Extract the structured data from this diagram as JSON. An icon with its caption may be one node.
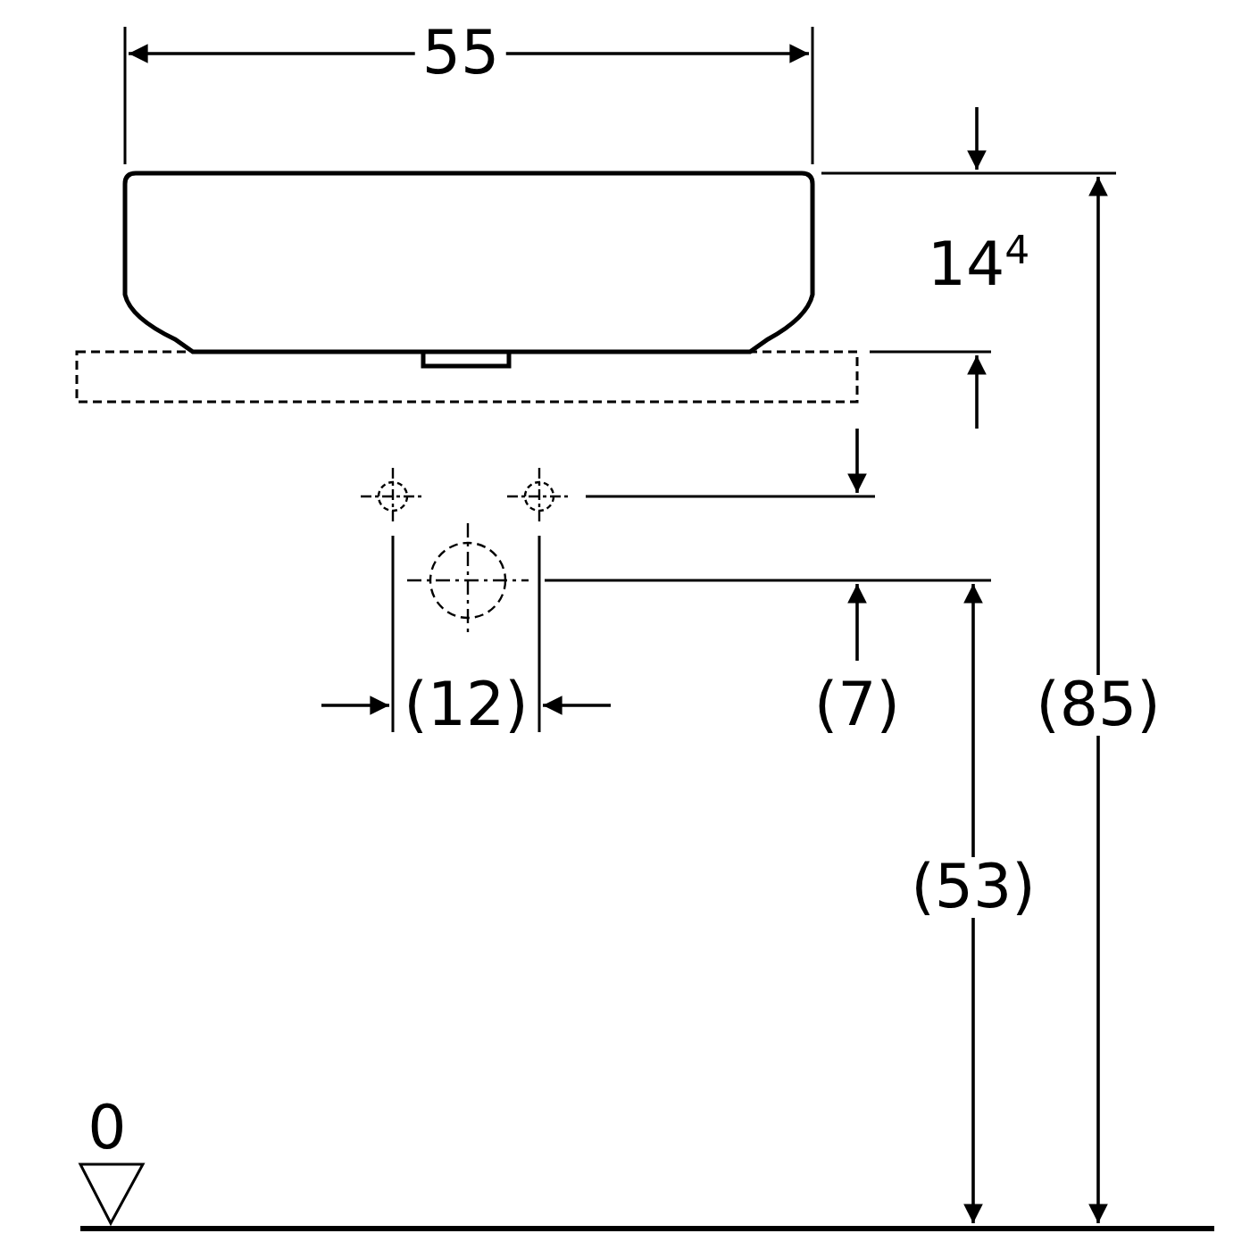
{
  "diagram": {
    "labels": [
      "55",
      "14$^{4}$",
      "(12)",
      "(7)",
      "(85)",
      "(53)",
      "0"
    ]
  }
}
